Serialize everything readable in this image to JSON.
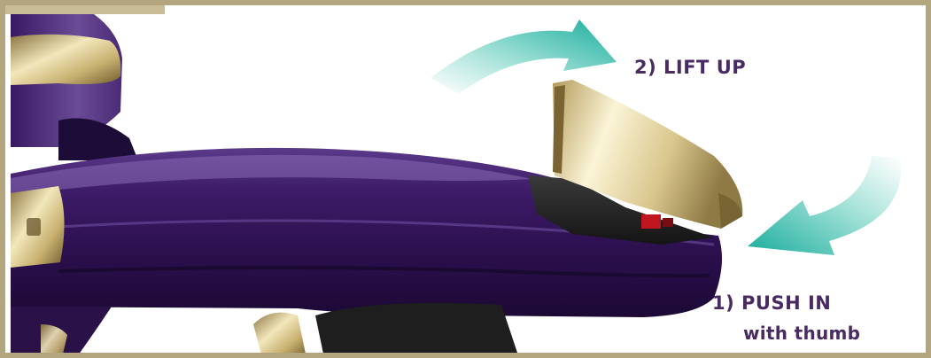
{
  "instructions": {
    "step2_label": "2) LIFT UP",
    "step1_label": "1) PUSH IN",
    "step1_detail": "with thumb"
  },
  "colors": {
    "frame": "#b3a67e",
    "body_purple": "#3b1a60",
    "gold_trim": "#c8b070",
    "arrow_teal": "#1fb0a0",
    "label_text": "#4a2a63"
  },
  "icons": {
    "arrow_lift": "curved-arrow-clockwise-icon",
    "arrow_push": "curved-arrow-down-left-icon"
  }
}
